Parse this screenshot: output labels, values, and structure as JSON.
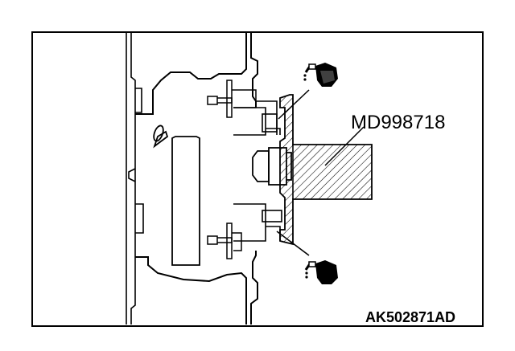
{
  "figure": {
    "tool_label": "MD998718",
    "figure_id": "AK502871AD"
  },
  "colors": {
    "ink": "#000000",
    "paper": "#ffffff"
  },
  "icons": [
    "oil-can-icon-top",
    "oil-can-icon-bottom"
  ]
}
